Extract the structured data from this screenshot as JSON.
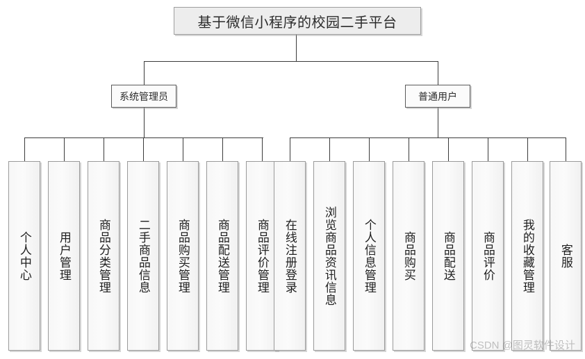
{
  "diagram": {
    "type": "tree",
    "root": {
      "label": "基于微信小程序的校园二手平台"
    },
    "branches": [
      {
        "label": "系统管理员"
      },
      {
        "label": "普通用户"
      }
    ],
    "admin_leaves": [
      {
        "label": "个人中心"
      },
      {
        "label": "用户管理"
      },
      {
        "label": "商品分类管理"
      },
      {
        "label": "二手商品信息"
      },
      {
        "label": "商品购买管理"
      },
      {
        "label": "商品配送管理"
      },
      {
        "label": "商品评价管理"
      }
    ],
    "user_leaves": [
      {
        "label": "在线注册登录"
      },
      {
        "label": "浏览商品资讯信息"
      },
      {
        "label": "个人信息管理"
      },
      {
        "label": "商品购买"
      },
      {
        "label": "商品配送"
      },
      {
        "label": "商品评价"
      },
      {
        "label": "我的收藏管理"
      },
      {
        "label": "客服"
      }
    ]
  },
  "watermark": {
    "text": "CSDN @图灵软件设计"
  },
  "colors": {
    "line": "#3a3a3a",
    "node_border": "#9a9a9a",
    "role_border": "#5a5a5a",
    "root_fill": "#ededed",
    "leaf_fill": "#f7f7f7",
    "text": "#1f1f1f"
  }
}
